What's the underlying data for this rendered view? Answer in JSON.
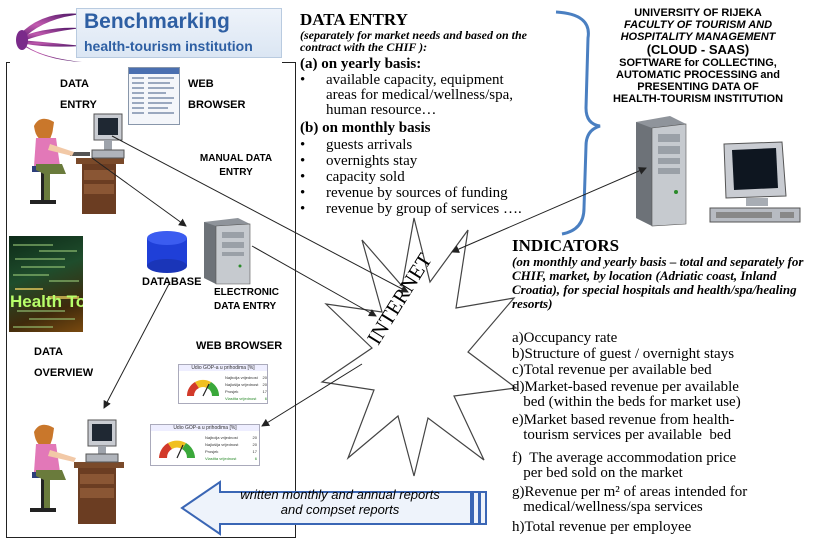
{
  "logo": {
    "title": "Benchmarking",
    "subtitle": "health-tourism institution"
  },
  "left_labels": {
    "data_entry": [
      "DATA",
      "ENTRY"
    ],
    "web_browser": [
      "WEB",
      "BROWSER"
    ],
    "manual_data_entry": [
      "MANUAL DATA",
      "ENTRY"
    ],
    "database": "DATABASE",
    "electronic_data_entry": [
      "ELECTRONIC",
      "DATA ENTRY"
    ],
    "data_overview": [
      "DATA",
      "OVERVIEW"
    ],
    "web_browser_2": "WEB BROWSER",
    "health_tourism_image_text": "Health Touri"
  },
  "gauges": {
    "card_title": "Udio GOP-a u prihodima [%]",
    "rows": [
      "Najbolja vrijednost",
      "Najlošija vrijednost",
      "Prosjek",
      "Vlastita vrijednost"
    ],
    "values_top": [
      "20",
      "20",
      "17",
      "6"
    ],
    "values_bottom": [
      "20",
      "20",
      "17",
      "6"
    ]
  },
  "data_entry": {
    "title": "DATA ENTRY",
    "subtitle": "(separately for market needs and based on the contract with the CHIF ):",
    "yearly_head": "(a)  on yearly basis:",
    "yearly_items": [
      "available capacity, equipment",
      "areas for medical/wellness/spa,",
      "human resource…"
    ],
    "monthly_head": "(b) on monthly basis",
    "monthly_items": [
      "guests arrivals",
      "overnights stay",
      "capacity sold",
      "revenue by sources of funding",
      "revenue by group of services …."
    ]
  },
  "university": {
    "lines": [
      "UNIVERSITY OF RIJEKA",
      "FACULTY OF TOURISM AND",
      "HOSPITALITY MANAGEMENT"
    ],
    "cloud": "(CLOUD - SAAS)",
    "software_lines": [
      "SOFTWARE for COLLECTING,",
      "AUTOMATIC PROCESSING and",
      "PRESENTING DATA OF",
      "HEALTH-TOURISM  INSTITUTION"
    ]
  },
  "internet": "INTERNET",
  "indicators": {
    "title": "INDICATORS",
    "subtitle": "(on monthly and yearly basis – total and separately for CHIF, market, by location (Adriatic coast, Inland Croatia), for special hospitals and health/spa/healing resorts)",
    "items": [
      [
        "a)Occupancy rate"
      ],
      [
        "b)Structure of guest / overnight stays"
      ],
      [
        "c)Total revenue per available  bed"
      ],
      [
        "d)Market-based revenue per available",
        "   bed (within the beds for market use)"
      ],
      [
        "e)Market based revenue from health-",
        "   tourism services per available  bed"
      ],
      [
        "f)  The average accommodation price",
        "   per bed sold on the market"
      ],
      [
        "g)Revenue per m² of areas intended for",
        "   medical/wellness/spa services"
      ],
      [
        "h)Total revenue per employee"
      ]
    ]
  },
  "reports_arrow": {
    "line1": "written monthly and annual reports",
    "line2": "and compset reports"
  },
  "colors": {
    "brand_blue": "#2e5fa3",
    "database_blue": "#1f3fd8",
    "bracket_blue": "#4a7fc1",
    "arrow_fill": "#eef3fb",
    "arrow_stroke": "#3a66b5"
  }
}
